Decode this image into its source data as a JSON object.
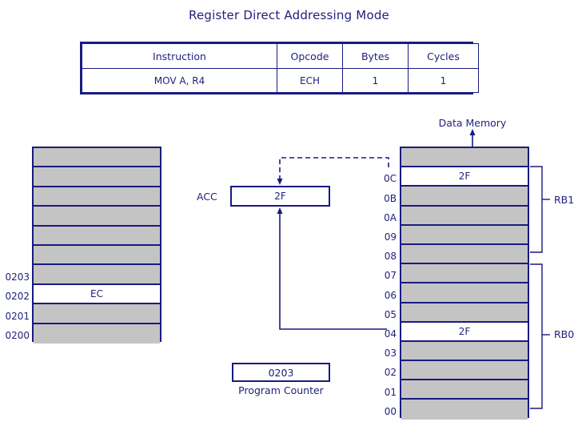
{
  "title": "Register Direct Addressing Mode",
  "instruction_table": {
    "headers": [
      "Instruction",
      "Opcode",
      "Bytes",
      "Cycles"
    ],
    "rows": [
      [
        "MOV A, R4",
        "ECH",
        "1",
        "1"
      ]
    ]
  },
  "code_memory": {
    "rows": [
      {
        "addr": "",
        "value": ""
      },
      {
        "addr": "",
        "value": ""
      },
      {
        "addr": "",
        "value": ""
      },
      {
        "addr": "",
        "value": ""
      },
      {
        "addr": "",
        "value": ""
      },
      {
        "addr": "",
        "value": ""
      },
      {
        "addr": "0203",
        "value": ""
      },
      {
        "addr": "0202",
        "value": "EC"
      },
      {
        "addr": "0201",
        "value": ""
      },
      {
        "addr": "0200",
        "value": ""
      }
    ]
  },
  "data_memory": {
    "caption": "Data Memory",
    "rows": [
      {
        "addr": "",
        "value": ""
      },
      {
        "addr": "0C",
        "value": "2F"
      },
      {
        "addr": "0B",
        "value": ""
      },
      {
        "addr": "0A",
        "value": ""
      },
      {
        "addr": "09",
        "value": ""
      },
      {
        "addr": "08",
        "value": ""
      },
      {
        "addr": "07",
        "value": ""
      },
      {
        "addr": "06",
        "value": ""
      },
      {
        "addr": "05",
        "value": ""
      },
      {
        "addr": "04",
        "value": "2F"
      },
      {
        "addr": "03",
        "value": ""
      },
      {
        "addr": "02",
        "value": ""
      },
      {
        "addr": "01",
        "value": ""
      },
      {
        "addr": "00",
        "value": ""
      }
    ],
    "banks": [
      {
        "name": "RB1",
        "from_addr": "0C",
        "to_addr": "08"
      },
      {
        "name": "RB0",
        "from_addr": "07",
        "to_addr": "00"
      }
    ]
  },
  "accumulator": {
    "label": "ACC",
    "value": "2F"
  },
  "program_counter": {
    "caption": "Program Counter",
    "value": "0203"
  },
  "colors": {
    "ink": "#1a1a80",
    "text": "#1f1f7d",
    "cell_fill": "#c4c4c4",
    "cell_empty": "#ffffff",
    "background": "#ffffff"
  }
}
